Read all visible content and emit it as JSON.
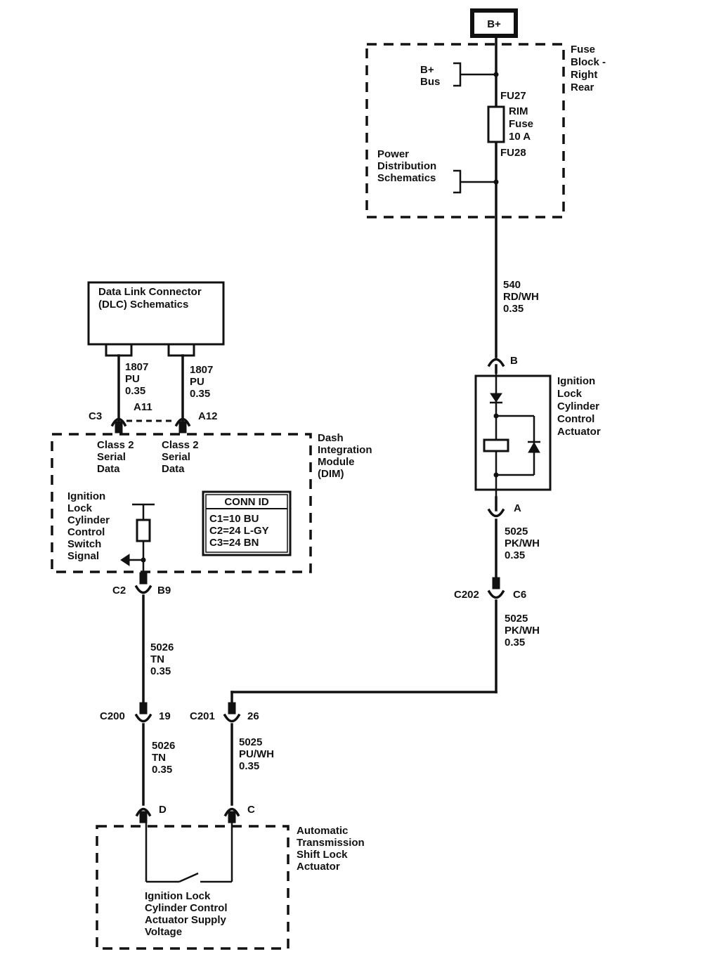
{
  "power": {
    "source": "B+",
    "bus": [
      "B+",
      "Bus"
    ],
    "fuse_top_id": "FU27",
    "fuse_label": [
      "RIM",
      "Fuse",
      "10 A"
    ],
    "fuse_bottom_id": "FU28",
    "power_dist": [
      "Power",
      "Distribution",
      "Schematics"
    ],
    "fuse_block": [
      "Fuse",
      "Block -",
      "Right",
      "Rear"
    ]
  },
  "dlc": {
    "title": [
      "Data Link Connector",
      "(DLC) Schematics"
    ]
  },
  "wires": {
    "w540": [
      "540",
      "RD/WH",
      "0.35"
    ],
    "w1807_a": [
      "1807",
      "PU",
      "0.35"
    ],
    "w1807_b": [
      "1807",
      "PU",
      "0.35"
    ],
    "w5025_a": [
      "5025",
      "PK/WH",
      "0.35"
    ],
    "w5025_b": [
      "5025",
      "PK/WH",
      "0.35"
    ],
    "w5026_a": [
      "5026",
      "TN",
      "0.35"
    ],
    "w5026_b": [
      "5026",
      "TN",
      "0.35"
    ],
    "w5025_c": [
      "5025",
      "PU/WH",
      "0.35"
    ]
  },
  "connectors": {
    "c3": "C3",
    "a11": "A11",
    "a12": "A12",
    "c2": "C2",
    "b9": "B9",
    "pin_b": "B",
    "pin_a": "A",
    "c202": "C202",
    "c6": "C6",
    "c200": "C200",
    "p19": "19",
    "c201": "C201",
    "p26": "26",
    "pin_d": "D",
    "pin_c": "C"
  },
  "dim": {
    "name": [
      "Dash",
      "Integration",
      "Module",
      "(DIM)"
    ],
    "class2_a": [
      "Class 2",
      "Serial",
      "Data"
    ],
    "class2_b": [
      "Class 2",
      "Serial",
      "Data"
    ],
    "switch_signal": [
      "Ignition",
      "Lock",
      "Cylinder",
      "Control",
      "Switch",
      "Signal"
    ],
    "conn_id_title": "CONN ID",
    "conn_id": [
      "C1=10 BU",
      "C2=24 L-GY",
      "C3=24 BN"
    ]
  },
  "actuator": {
    "name": [
      "Ignition",
      "Lock",
      "Cylinder",
      "Control",
      "Actuator"
    ]
  },
  "shift_lock": {
    "name": [
      "Automatic",
      "Transmission",
      "Shift Lock",
      "Actuator"
    ],
    "supply": [
      "Ignition Lock",
      "Cylinder Control",
      "Actuator Supply",
      "Voltage"
    ]
  }
}
